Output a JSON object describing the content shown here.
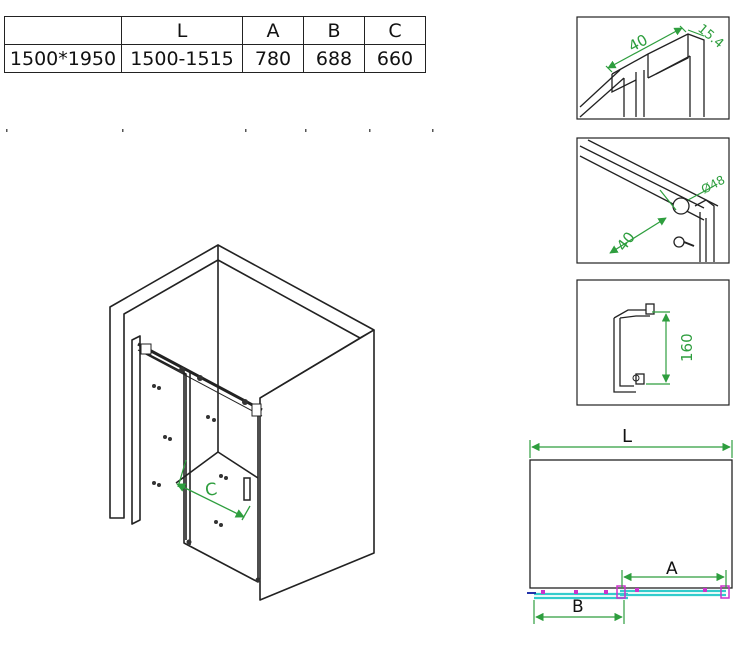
{
  "table": {
    "headers": [
      "",
      "L",
      "A",
      "B",
      "C"
    ],
    "row": [
      "1500*1950",
      "1500-1515",
      "780",
      "688",
      "660"
    ]
  },
  "drawing": {
    "label_c": "C"
  },
  "details": {
    "profile_width": "40",
    "profile_depth": "15.4",
    "roller_offset": "40",
    "roller_diameter": "Ø48",
    "handle_length": "160"
  },
  "plan": {
    "label_l": "L",
    "label_a": "A",
    "label_b": "B"
  },
  "colors": {
    "line": "#222222",
    "dimension": "#2e9e3e",
    "glass": "#33cccc",
    "marker": "#cc33cc"
  }
}
